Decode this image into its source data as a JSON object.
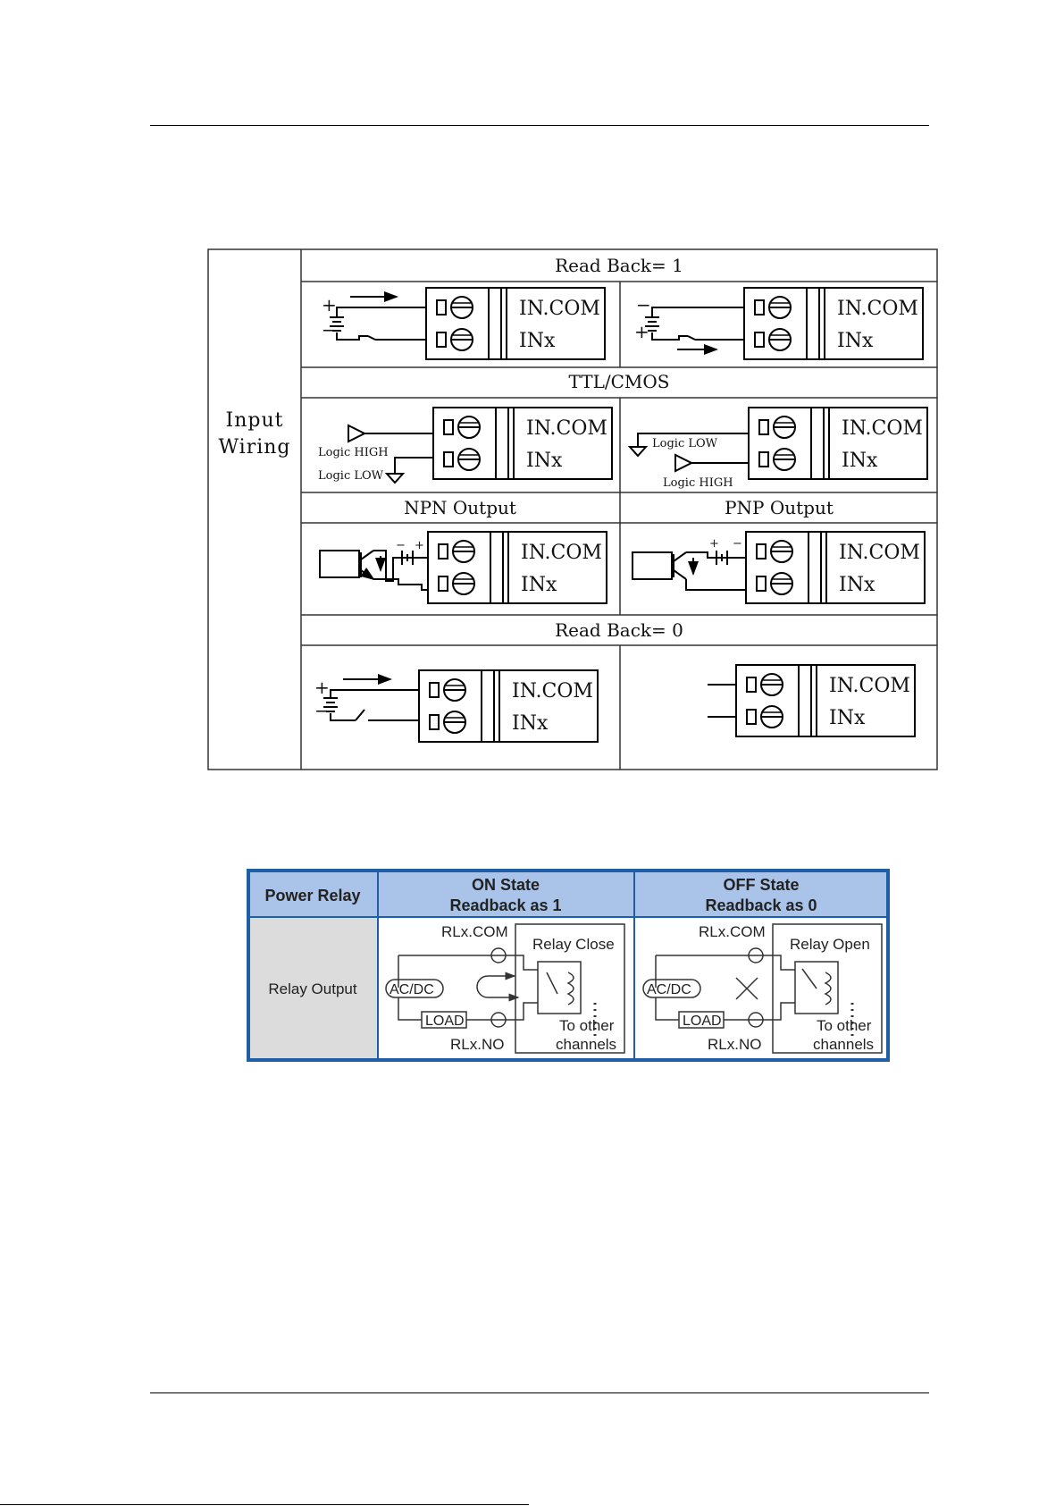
{
  "input_wiring": {
    "side_label": [
      "Input",
      "Wiring"
    ],
    "headers": {
      "read_back_1": "Read Back= 1",
      "ttl_cmos": "TTL/CMOS",
      "npn": "NPN Output",
      "pnp": "PNP Output",
      "read_back_0": "Read Back= 0"
    },
    "terminal_labels": {
      "com": "IN.COM",
      "inx": "INx"
    },
    "logic_labels": {
      "high": "Logic HIGH",
      "low": "Logic LOW"
    },
    "polarity": {
      "plus": "+",
      "minus": "−"
    }
  },
  "power_relay": {
    "header_col1": "Power Relay",
    "header_on": [
      "ON State",
      "Readback as 1"
    ],
    "header_off": [
      "OFF State",
      "Readback as 0"
    ],
    "row_label": "Relay Output",
    "labels": {
      "com": "RLx.COM",
      "no": "RLx.NO",
      "acdc": "AC/DC",
      "load": "LOAD",
      "relay_close": "Relay Close",
      "relay_open": "Relay Open",
      "other_1": "To other",
      "other_2": "channels"
    },
    "colors": {
      "border": "#1f5fa8",
      "header_bg": "#a9c4e8",
      "label_bg": "#dcdcdc"
    }
  }
}
